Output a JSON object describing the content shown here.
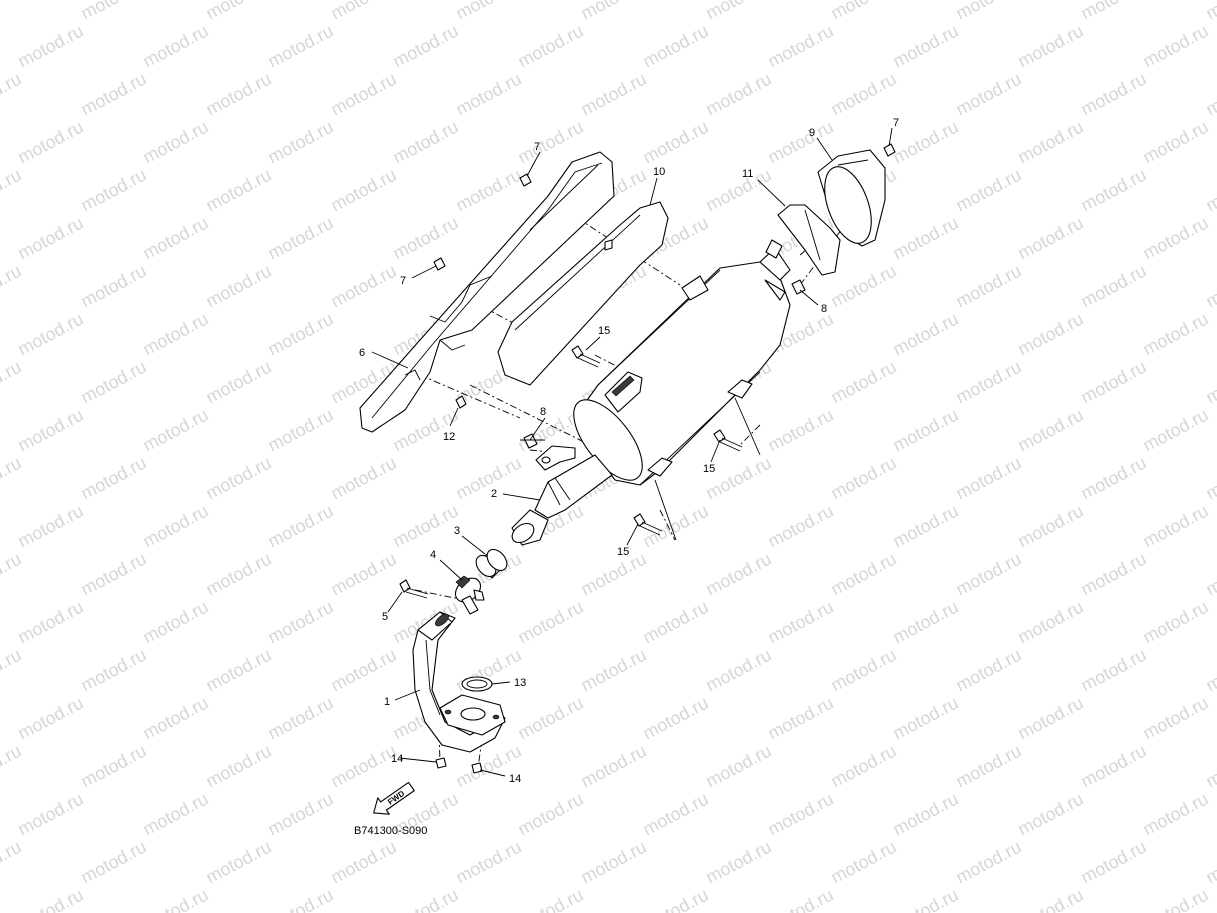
{
  "watermark": {
    "text": "motod.ru",
    "color": "#d6d6d6"
  },
  "diagram_code": "B741300-S090",
  "fwd_label": "FWD",
  "callouts": {
    "c1": "1",
    "c2": "2",
    "c3": "3",
    "c4": "4",
    "c5": "5",
    "c6": "6",
    "c7a": "7",
    "c7b": "7",
    "c7c": "7",
    "c8a": "8",
    "c8b": "8",
    "c9": "9",
    "c10": "10",
    "c11": "11",
    "c12": "12",
    "c13": "13",
    "c14a": "14",
    "c14b": "14",
    "c15a": "15",
    "c15b": "15",
    "c15c": "15"
  }
}
